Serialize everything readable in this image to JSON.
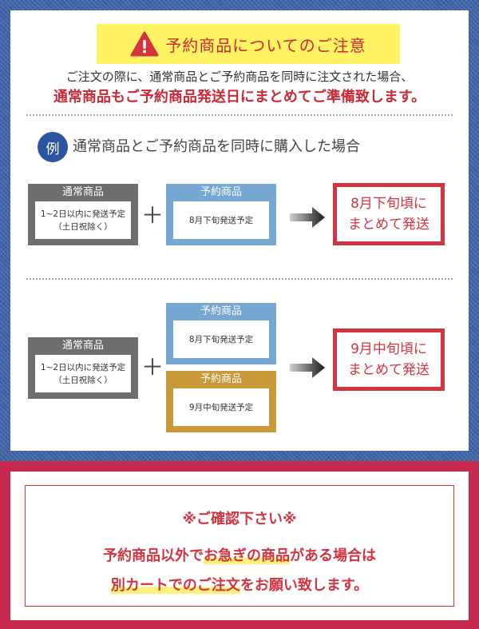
{
  "header": {
    "title": "予約商品についてのご注意",
    "intro": "ご注文の際に、通常商品とご予約商品を同時に注文された場合、",
    "intro_strong": "通常商品もご予約商品発送日にまとめてご準備致します。"
  },
  "example": {
    "badge": "例",
    "title": "通常商品とご予約商品を同時に購入した場合"
  },
  "case1": {
    "normal": {
      "title": "通常商品",
      "line1": "1~2日以内に発送予定",
      "line2": "（土日祝除く）"
    },
    "preorder": {
      "title": "予約商品",
      "line1": "8月下旬発送予定"
    },
    "plus": "＋",
    "result": {
      "line1": "8月下旬頃に",
      "line2": "まとめて発送"
    }
  },
  "case2": {
    "normal": {
      "title": "通常商品",
      "line1": "1~2日以内に発送予定",
      "line2": "（土日祝除く）"
    },
    "preorder1": {
      "title": "予約商品",
      "line1": "8月下旬発送予定"
    },
    "preorder2": {
      "title": "予約商品",
      "line1": "9月中旬発送予定"
    },
    "plus": "＋",
    "result": {
      "line1": "9月中旬頃に",
      "line2": "まとめて発送"
    }
  },
  "notice": {
    "title": "※ご確認下さい※",
    "line1_a": "予約商品以外で",
    "line1_b": "お急ぎの商品",
    "line1_c": "がある場合は",
    "line2_a": "別カートでのご注文",
    "line2_b": "をお願い致します。"
  },
  "colors": {
    "frame_blue": "#3f64a8",
    "frame_red": "#c8294f",
    "accent_red": "#d3343f",
    "banner_yellow": "#fff263",
    "normal_gray": "#6e6e6e",
    "preorder_blue": "#76a8d3",
    "preorder_gold": "#c99a3a"
  },
  "icons": {
    "banner": "warning-icon",
    "flow": "arrow-right-icon"
  }
}
